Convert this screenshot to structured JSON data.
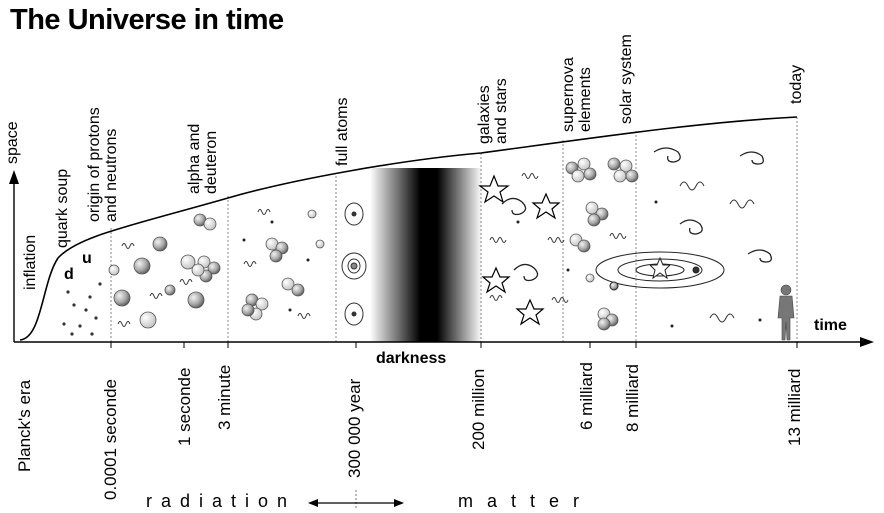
{
  "title": "The Universe in time",
  "axes": {
    "y_label": "space",
    "x_label": "time"
  },
  "epochs": [
    {
      "label": "inflation"
    },
    {
      "label": "quark soup"
    },
    {
      "label": "origin of protons\nand neutrons"
    },
    {
      "label": "alpha and\ndeuteron"
    },
    {
      "label": "full atoms"
    },
    {
      "label": "galaxies\nand stars"
    },
    {
      "label": "supernova\nelements"
    },
    {
      "label": "solar system"
    },
    {
      "label": "today"
    }
  ],
  "quark_labels": [
    "d",
    "u"
  ],
  "timeline": [
    {
      "label": "Planck's era"
    },
    {
      "label": "0.0001 seconde"
    },
    {
      "label": "1 seconde"
    },
    {
      "label": "3 minute"
    },
    {
      "label": "300 000 year"
    },
    {
      "label": "200 million"
    },
    {
      "label": "6 milliard"
    },
    {
      "label": "8 milliard"
    },
    {
      "label": "13 milliard"
    }
  ],
  "darkness_label": "darkness",
  "eras": {
    "radiation": "radiation",
    "matter": "matter"
  }
}
